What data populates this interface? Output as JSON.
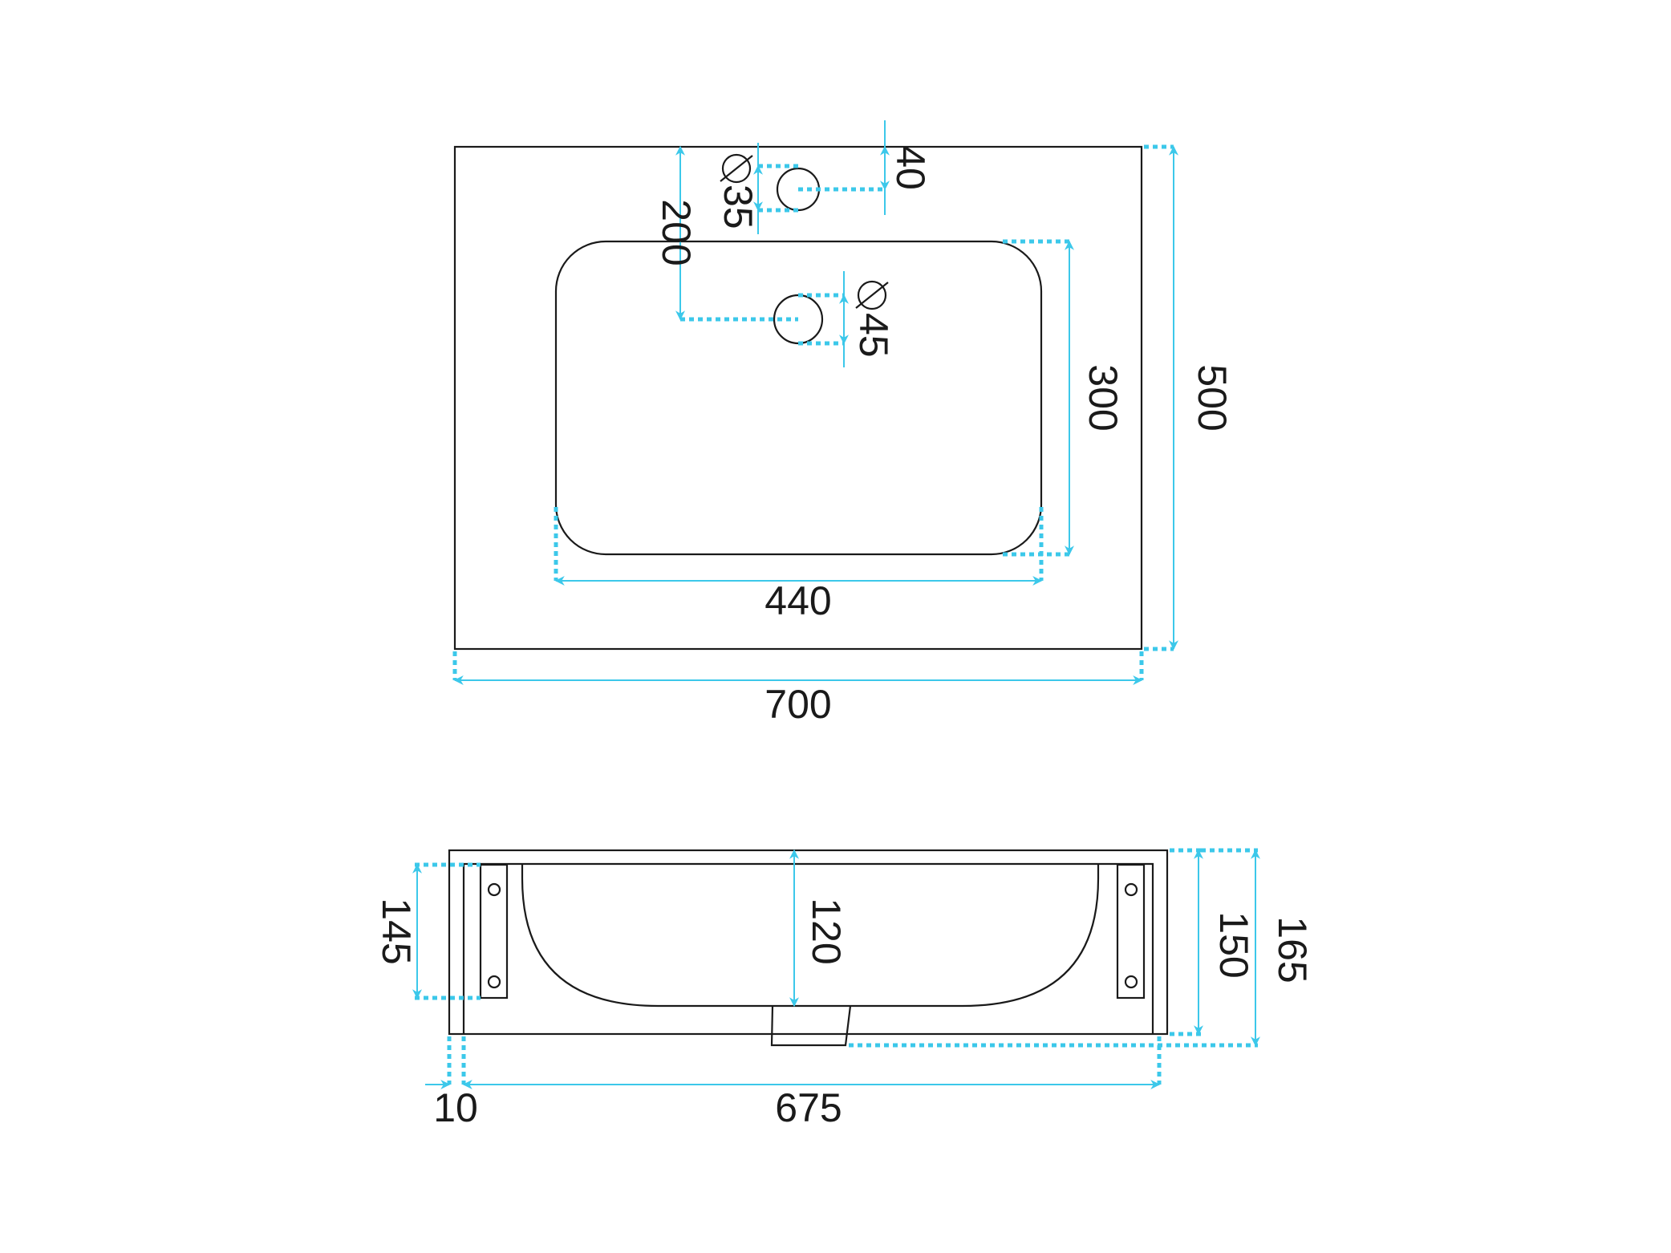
{
  "top_view": {
    "overall_width": "700",
    "overall_depth": "500",
    "bowl_width": "440",
    "bowl_depth": "300",
    "tap_hole_offset": "40",
    "tap_hole_diameter": "35",
    "waste_offset": "200",
    "waste_diameter": "45"
  },
  "side_view": {
    "inner_height": "145",
    "bowl_depth": "120",
    "body_height": "150",
    "total_height": "165",
    "wall_thickness": "10",
    "inner_width": "675"
  },
  "colors": {
    "dimension": "#3cc8ea",
    "outline": "#1a1a1a"
  }
}
